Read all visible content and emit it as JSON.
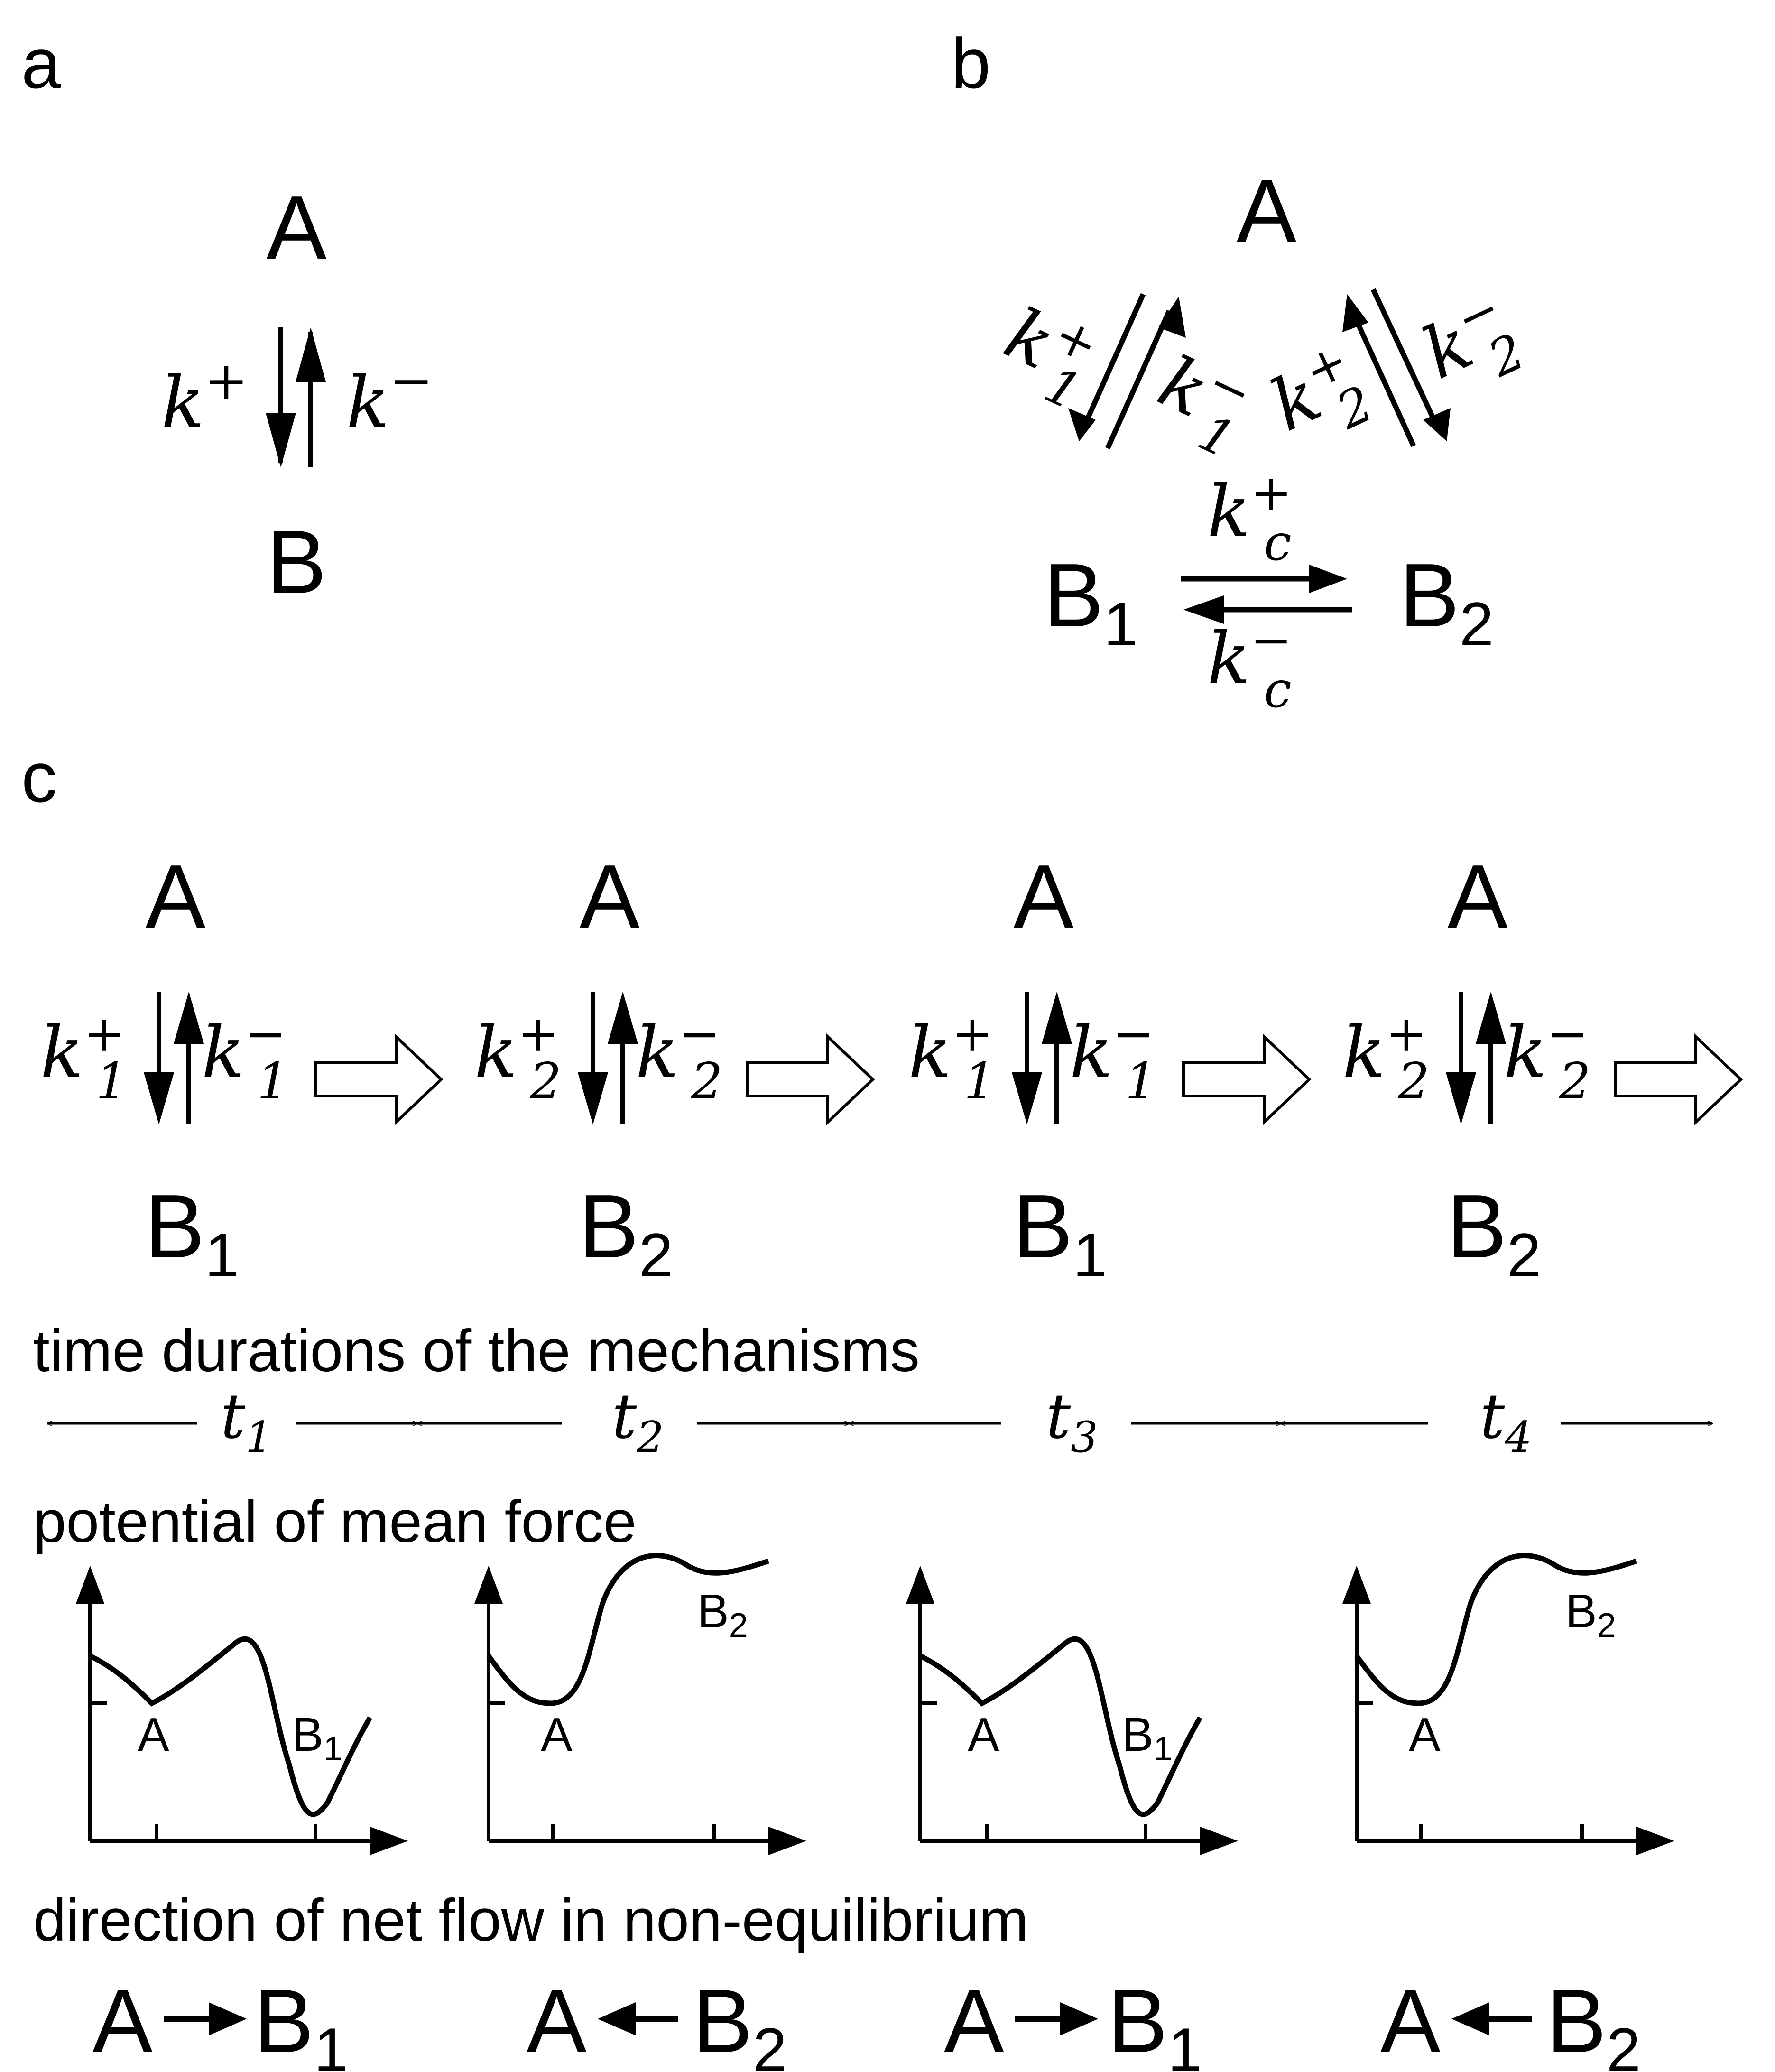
{
  "panels": {
    "a": {
      "letter": "a",
      "state_top": "A",
      "state_bottom": "B",
      "rate_forward": "k",
      "rate_forward_sup": "+",
      "rate_backward": "k",
      "rate_backward_sup": "−"
    },
    "b": {
      "letter": "b",
      "state_top": "A",
      "state_left": "B",
      "state_left_sub": "1",
      "state_right": "B",
      "state_right_sub": "2",
      "k1_plus": {
        "base": "k",
        "sub": "1",
        "sup": "+"
      },
      "k1_minus": {
        "base": "k",
        "sub": "1",
        "sup": "−"
      },
      "k2_plus": {
        "base": "k",
        "sub": "2",
        "sup": "+"
      },
      "k2_minus": {
        "base": "k",
        "sub": "2",
        "sup": "−"
      },
      "kc_plus": {
        "base": "k",
        "sub": "c",
        "sup": "+"
      },
      "kc_minus": {
        "base": "k",
        "sub": "c",
        "sup": "−"
      }
    },
    "c": {
      "letter": "c",
      "mechanisms": [
        {
          "top": "A",
          "bottom": "B",
          "bottom_sub": "1",
          "kf": "k",
          "kf_sub": "1",
          "kf_sup": "+",
          "kb": "k",
          "kb_sub": "1",
          "kb_sup": "−"
        },
        {
          "top": "A",
          "bottom": "B",
          "bottom_sub": "2",
          "kf": "k",
          "kf_sub": "2",
          "kf_sup": "+",
          "kb": "k",
          "kb_sub": "2",
          "kb_sup": "−"
        },
        {
          "top": "A",
          "bottom": "B",
          "bottom_sub": "1",
          "kf": "k",
          "kf_sub": "1",
          "kf_sup": "+",
          "kb": "k",
          "kb_sub": "1",
          "kb_sup": "−"
        },
        {
          "top": "A",
          "bottom": "B",
          "bottom_sub": "2",
          "kf": "k",
          "kf_sub": "2",
          "kf_sup": "+",
          "kb": "k",
          "kb_sub": "2",
          "kb_sup": "−"
        }
      ],
      "time_heading": "time durations of the mechanisms",
      "times": [
        {
          "base": "t",
          "sub": "1"
        },
        {
          "base": "t",
          "sub": "2"
        },
        {
          "base": "t",
          "sub": "3"
        },
        {
          "base": "t",
          "sub": "4"
        }
      ],
      "pmf_heading": "potential of mean force",
      "pmf_plots": [
        {
          "min_label": "A",
          "b_label": "B",
          "b_sub": "1"
        },
        {
          "min_label": "A",
          "b_label": "B",
          "b_sub": "2"
        },
        {
          "min_label": "A",
          "b_label": "B",
          "b_sub": "1"
        },
        {
          "min_label": "A",
          "b_label": "B",
          "b_sub": "2"
        }
      ],
      "flow_heading": "direction of net flow in non-equilibrium",
      "flows": [
        {
          "left": "A",
          "right": "B",
          "right_sub": "1",
          "direction": "right"
        },
        {
          "left": "A",
          "right": "B",
          "right_sub": "2",
          "direction": "left"
        },
        {
          "left": "A",
          "right": "B",
          "right_sub": "1",
          "direction": "right"
        },
        {
          "left": "A",
          "right": "B",
          "right_sub": "2",
          "direction": "left"
        }
      ]
    }
  },
  "colors": {
    "ink": "#000000",
    "background": "#ffffff"
  }
}
